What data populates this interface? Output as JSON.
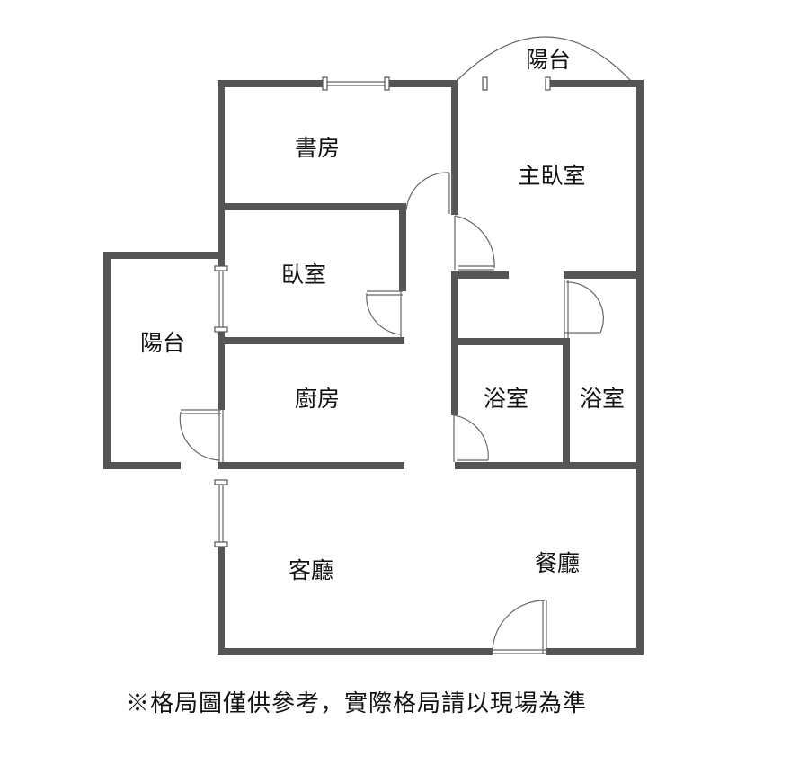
{
  "rooms": {
    "study": "書房",
    "master_bedroom": "主臥室",
    "bedroom": "臥室",
    "balcony_top": "陽台",
    "balcony_left": "陽台",
    "kitchen": "廚房",
    "bathroom_1": "浴室",
    "bathroom_2": "浴室",
    "living_room": "客廳",
    "dining_room": "餐廳"
  },
  "disclaimer": "※格局圖僅供參考，實際格局請以現場為準",
  "colors": {
    "wall": "#555555",
    "background": "#ffffff",
    "text": "#111111"
  }
}
